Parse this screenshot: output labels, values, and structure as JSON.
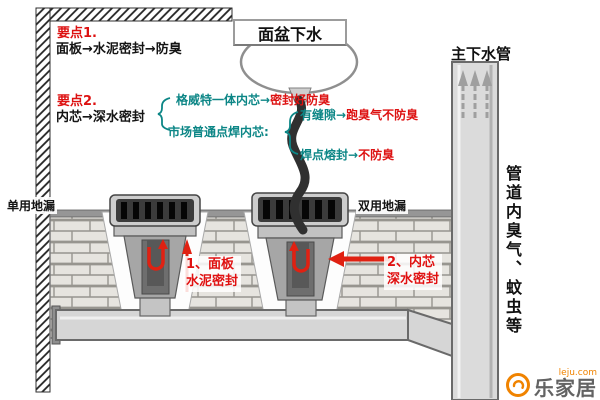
{
  "colors": {
    "accent_red": "#dd1111",
    "teal": "#0c8686",
    "brand_orange": "#f08300"
  },
  "header": {
    "basin_drain_label": "面盆下水",
    "main_pipe_label": "主下水管"
  },
  "key_points": {
    "p1_title": "要点1.",
    "p1_text": "面板→水泥密封→防臭",
    "p2_title": "要点2.",
    "p2_text": "内芯→深水密封"
  },
  "notes": {
    "core_good_prefix": "格威特一体内芯→",
    "core_good_highlight": "密封好防臭",
    "core_common": "市场普通点焊内芯:",
    "gap_prefix": "有缝隙→",
    "gap_highlight": "跑臭气不防臭",
    "weld_prefix": "焊点熔封→",
    "weld_highlight": "不防臭"
  },
  "drains": {
    "single_label": "单用地漏",
    "double_label": "双用地漏",
    "anno1_line1": "1、面板",
    "anno1_line2": "水泥密封",
    "anno2_line1": "2、内芯",
    "anno2_line2": "深水密封"
  },
  "side_note": "管道内臭气、蚊虫等",
  "watermark": {
    "brand": "乐家居",
    "domain": "leju.com"
  }
}
